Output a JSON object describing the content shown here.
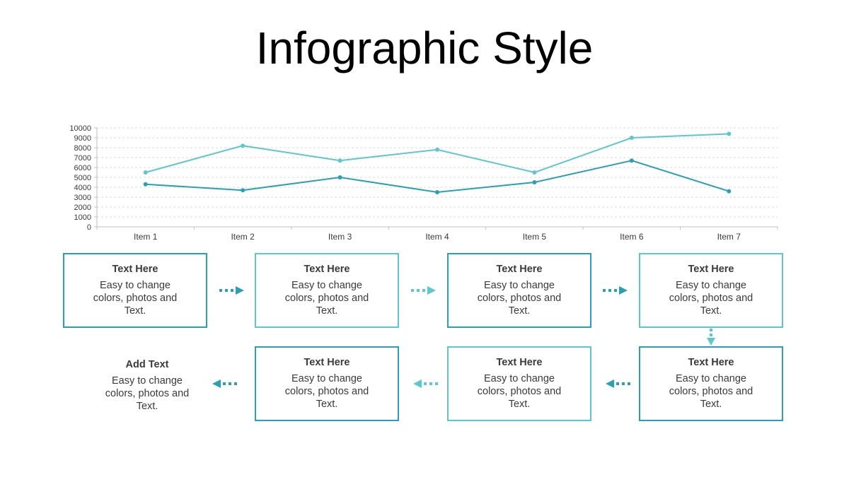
{
  "slide": {
    "title": "Infographic Style"
  },
  "colors": {
    "dark": "#2aa0b4",
    "light": "#5cc7cc",
    "grid": "#d9d9d9",
    "axis": "#bfbfbf"
  },
  "chart_data": {
    "type": "line",
    "categories": [
      "Item 1",
      "Item 2",
      "Item 3",
      "Item 4",
      "Item 5",
      "Item 6",
      "Item 7"
    ],
    "series": [
      {
        "color": "#5cc7cc",
        "values": [
          5500,
          8200,
          6700,
          7800,
          5500,
          9000,
          9400
        ]
      },
      {
        "color": "#2aa0b4",
        "values": [
          4300,
          3700,
          5000,
          3500,
          4500,
          6700,
          3600
        ]
      }
    ],
    "ylim": [
      0,
      10000
    ],
    "yticks": [
      "0",
      "1000",
      "2000",
      "3000",
      "4000",
      "5000",
      "6000",
      "7000",
      "8000",
      "9000",
      "10000"
    ],
    "grid": true,
    "legend": "none"
  },
  "process": {
    "boxes": [
      {
        "heading": "Text Here",
        "text": "Easy to change colors, photos and Text."
      },
      {
        "heading": "Text Here",
        "text": "Easy to change colors, photos and Text."
      },
      {
        "heading": "Text Here",
        "text": "Easy to change colors, photos and Text."
      },
      {
        "heading": "Text Here",
        "text": "Easy to change colors, photos and Text."
      },
      {
        "heading": "Text Here",
        "text": "Easy to change colors, photos and Text."
      },
      {
        "heading": "Text Here",
        "text": "Easy to change colors, photos and Text."
      },
      {
        "heading": "Text Here",
        "text": "Easy to change colors, photos and Text."
      }
    ],
    "final": {
      "heading": "Add Text",
      "text": "Easy to change colors, photos and Text."
    },
    "arrow_icon": "dotted-arrow-icon"
  }
}
